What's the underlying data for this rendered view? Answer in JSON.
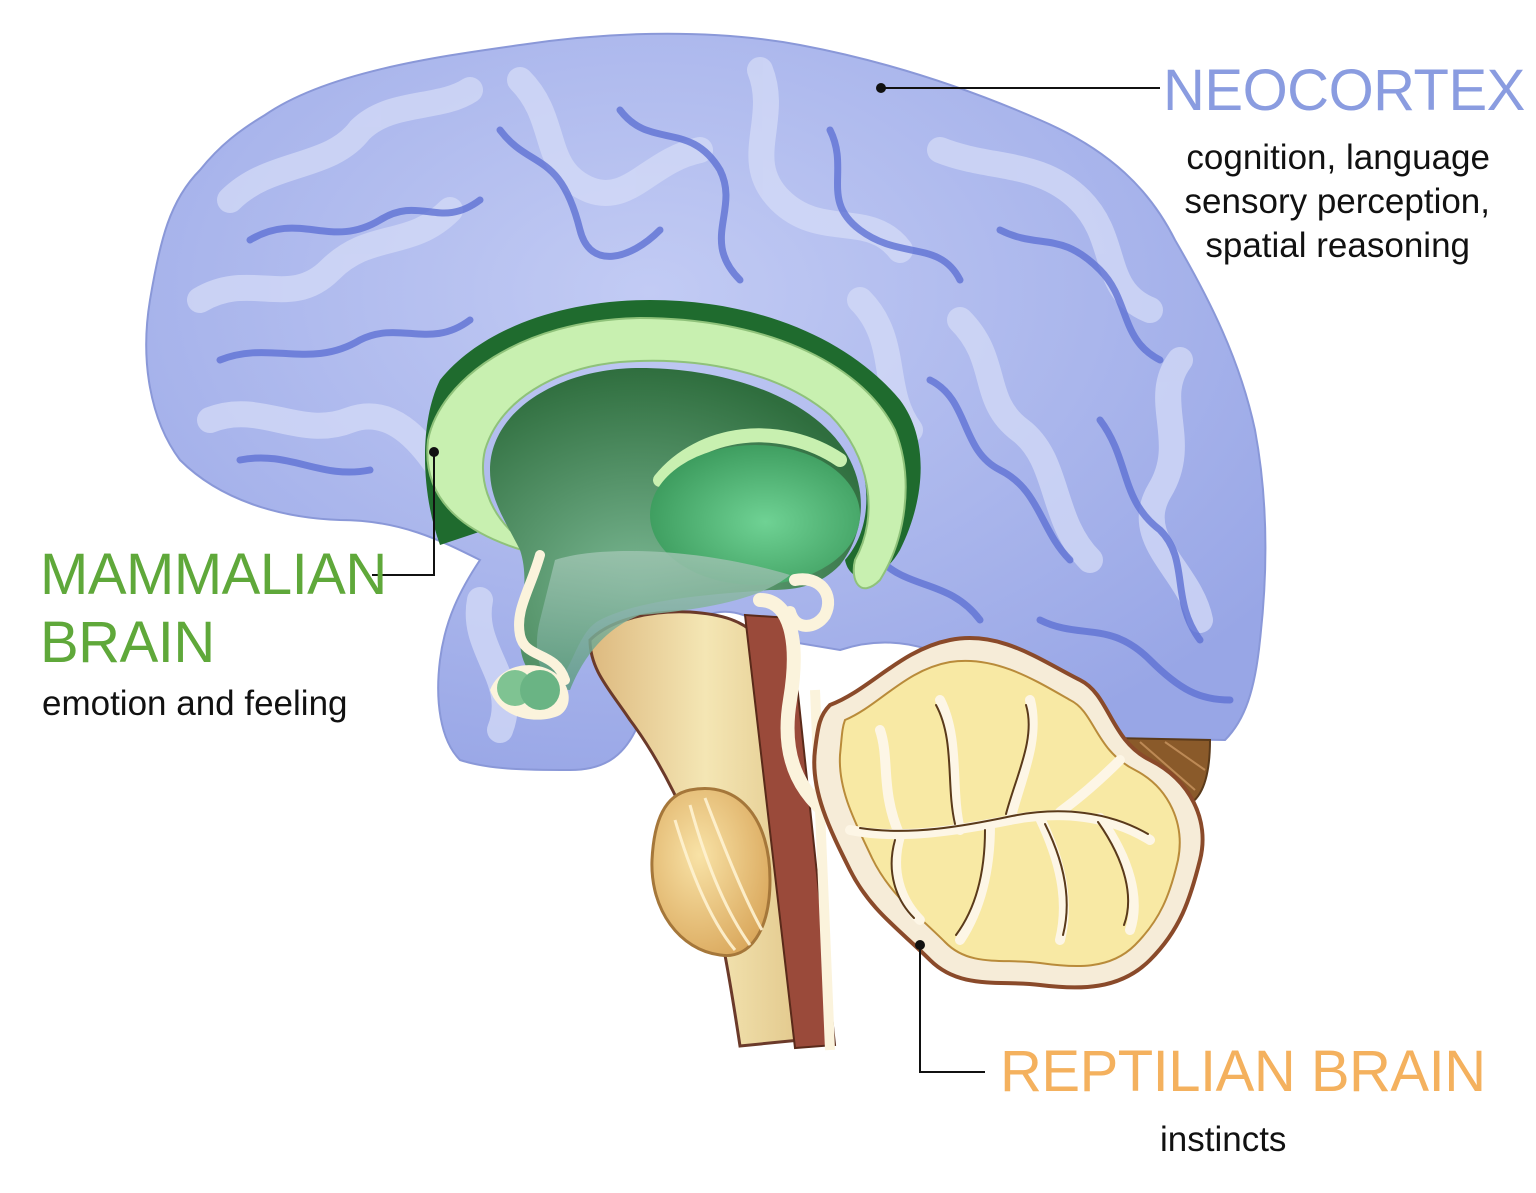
{
  "diagram": {
    "regions": [
      {
        "id": "neocortex",
        "title": "NEOCORTEX",
        "color": "#8a9ce0",
        "description": [
          "cognition, language",
          "sensory perception,",
          "spatial reasoning"
        ]
      },
      {
        "id": "mammalian",
        "title_lines": [
          "MAMMALIAN",
          "BRAIN"
        ],
        "color": "#5fa83a",
        "description": [
          "emotion and feeling"
        ]
      },
      {
        "id": "reptilian",
        "title": "REPTILIAN BRAIN",
        "color": "#f4b15e",
        "description": [
          "instincts"
        ]
      }
    ],
    "colors": {
      "cortex_fill": "#a8b4ec",
      "cortex_dark": "#5f72d4",
      "cortex_light": "#ccd4f6",
      "limbic_outer": "#c8f0b0",
      "limbic_dark": "#1f6b2e",
      "limbic_mid": "#3f8a55",
      "thalamus": "#5fbf80",
      "cerebellum_fill": "#f7eab0",
      "cerebellum_edge": "#8a4a2a",
      "brainstem": "#e6cf98",
      "brainstem_dark": "#9a4a3a",
      "pons": "#e9c277",
      "leader_line": "#111111"
    }
  }
}
